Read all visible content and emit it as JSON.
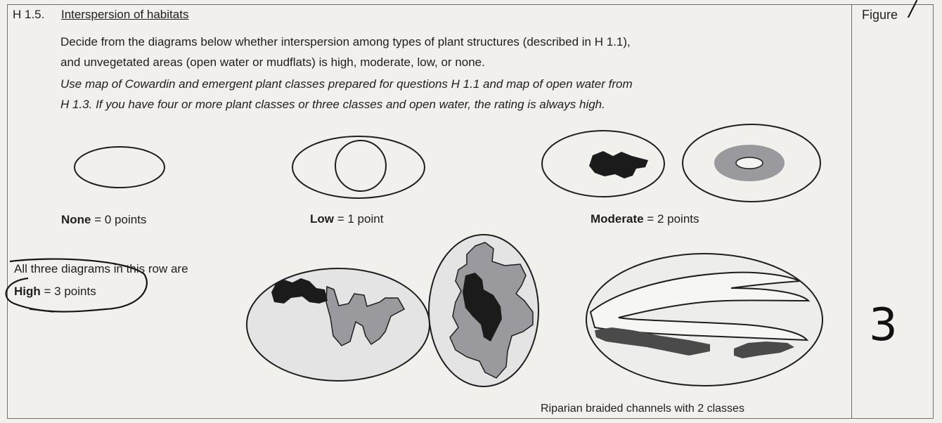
{
  "section": {
    "code": "H 1.5.",
    "title": "Interspersion of habitats",
    "description_lines": [
      "Decide from the diagrams below whether interspersion among types of plant structures (described in H 1.1),",
      "and unvegetated areas (open water or mudflats) is high, moderate, low, or none."
    ],
    "instruction_lines": [
      "Use map of Cowardin and emergent plant classes prepared for questions H 1.1 and map of open water from",
      "H 1.3. If you have four or more plant classes or three classes and open water, the rating is always high."
    ]
  },
  "ratings": {
    "none": {
      "term": "None",
      "rest": " = 0 points"
    },
    "low": {
      "term": "Low",
      "rest": " = 1 point"
    },
    "moderate": {
      "term": "Moderate",
      "rest": " = 2 points"
    },
    "high_intro": "All three diagrams in this row are",
    "high": {
      "term": "High",
      "rest": " = 3 points"
    }
  },
  "caption": "Riparian braided channels with 2 classes",
  "figure": {
    "label": "Figure",
    "value": "/"
  },
  "score": "3",
  "colors": {
    "gray_fill": "#9a9a9e",
    "dark_fill": "#1b1b1b",
    "light_fill": "#e4e4e4",
    "ink": "#1e1e1e"
  }
}
